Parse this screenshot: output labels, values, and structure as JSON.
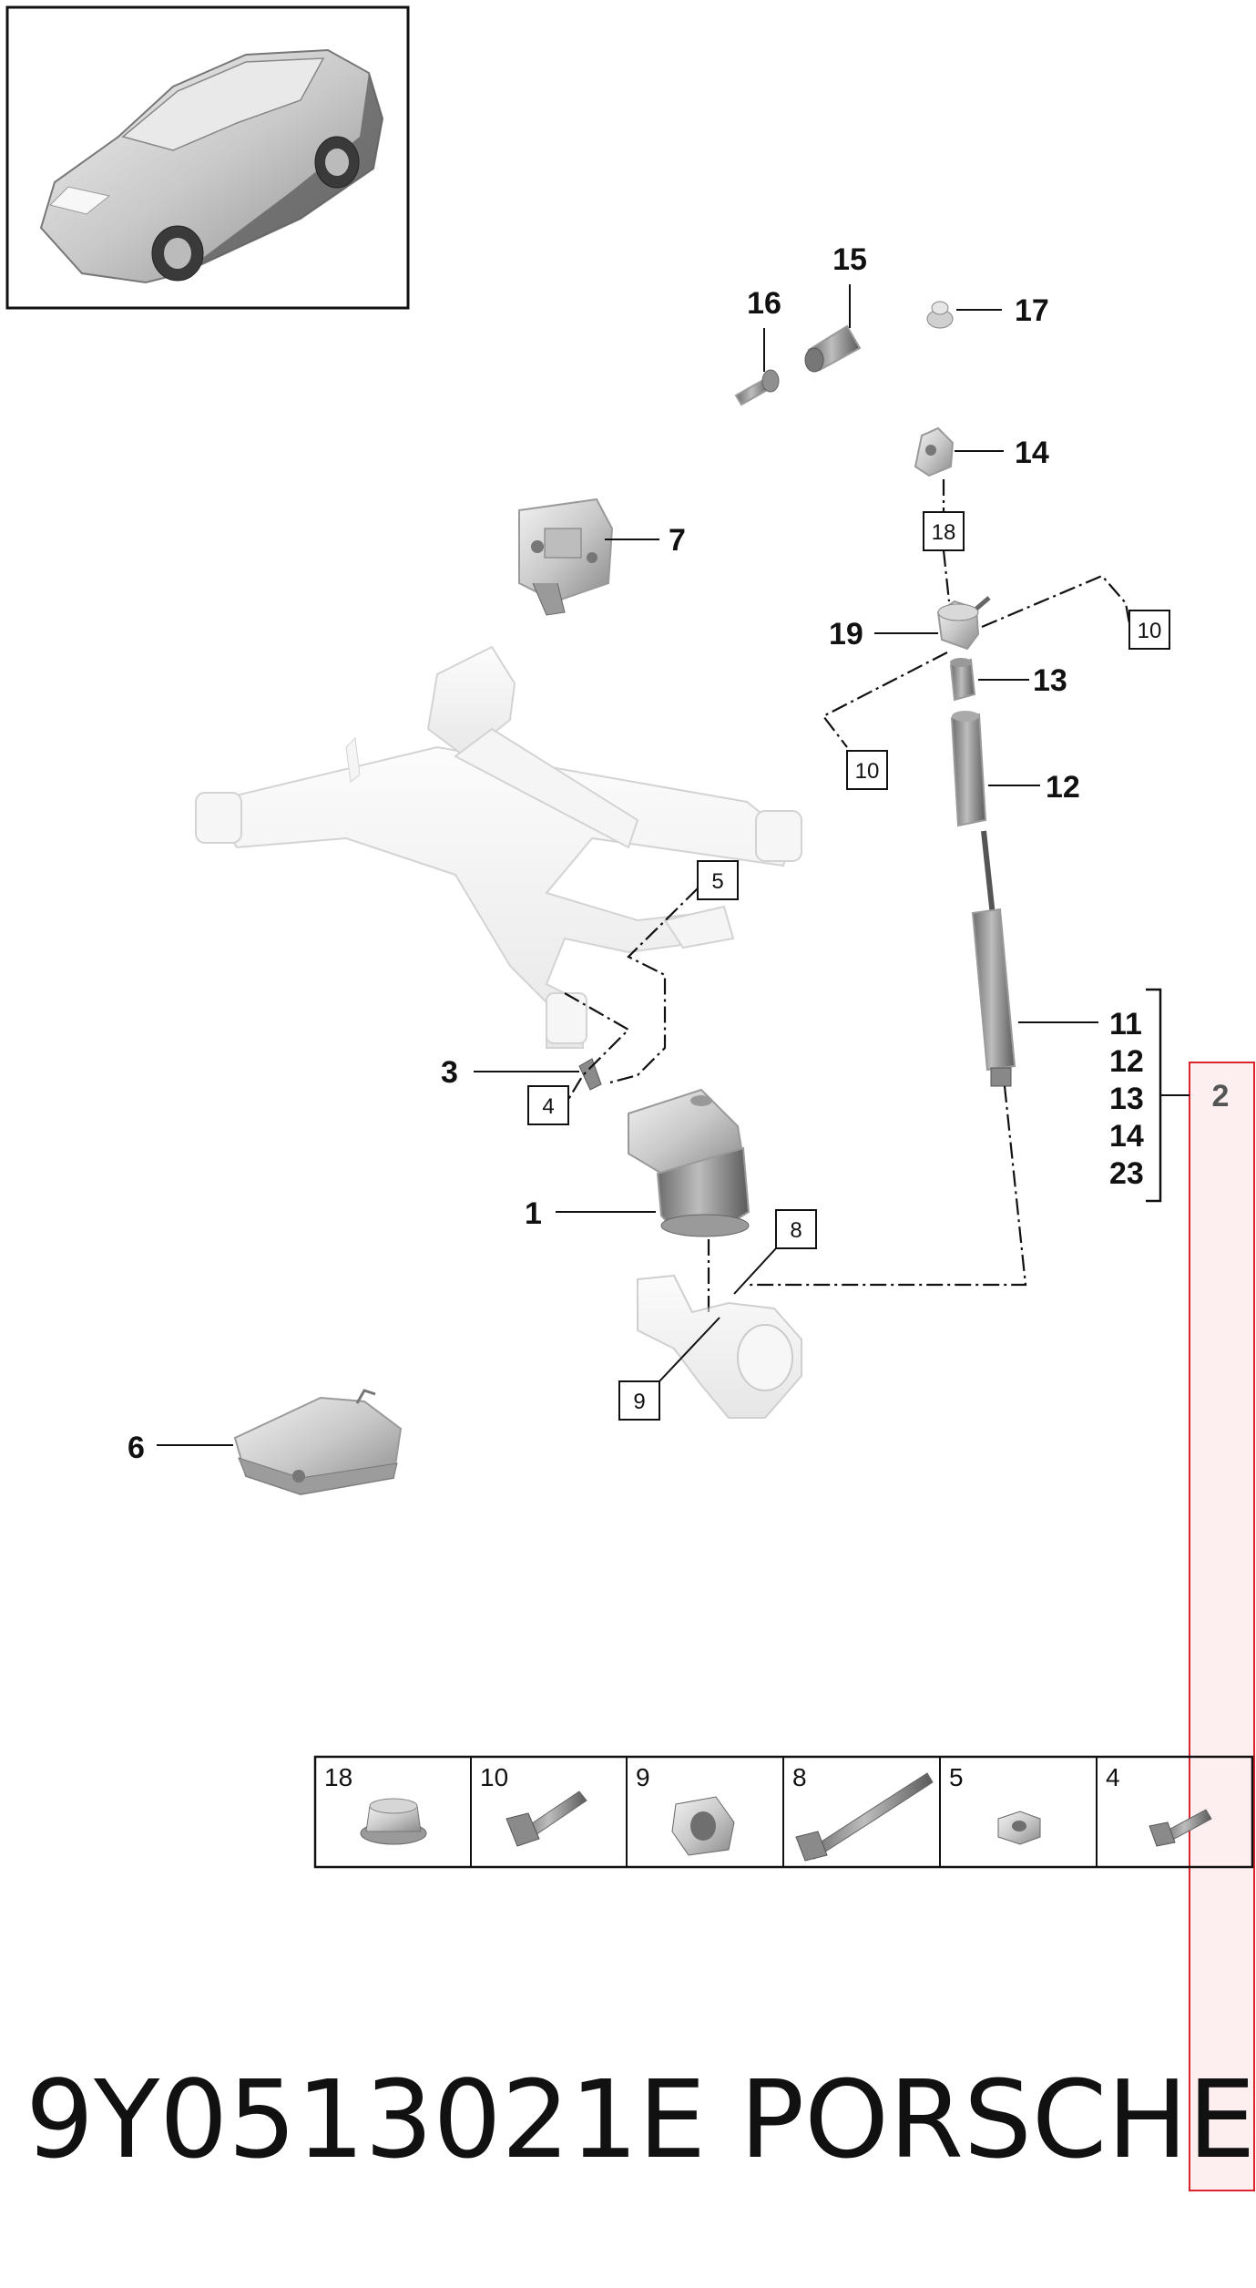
{
  "callouts": {
    "c1": "1",
    "c3": "3",
    "c6": "6",
    "c7": "7",
    "c11": "11",
    "c12": "12",
    "c13": "13",
    "c14": "14",
    "c15": "15",
    "c16": "16",
    "c17": "17",
    "c19": "19",
    "bracket_2": "2",
    "stack": [
      "11",
      "12",
      "13",
      "14",
      "23"
    ]
  },
  "box_refs": {
    "r4": "4",
    "r5": "5",
    "r8": "8",
    "r9": "9",
    "r10a": "10",
    "r10b": "10",
    "r18": "18"
  },
  "hardware_table": [
    {
      "num": "18",
      "icon": "flange-nut-icon"
    },
    {
      "num": "10",
      "icon": "hex-bolt-icon"
    },
    {
      "num": "9",
      "icon": "collar-nut-icon"
    },
    {
      "num": "8",
      "icon": "long-bolt-icon"
    },
    {
      "num": "5",
      "icon": "hex-nut-icon"
    },
    {
      "num": "4",
      "icon": "short-bolt-icon"
    }
  ],
  "footer": {
    "part_number": "9Y0513021E",
    "brand": "PORSCHE"
  },
  "colors": {
    "line": "#111111",
    "part_gray": "#c8c8c8",
    "red_frame": "#d9232d",
    "red_fill": "#fdeef0"
  }
}
